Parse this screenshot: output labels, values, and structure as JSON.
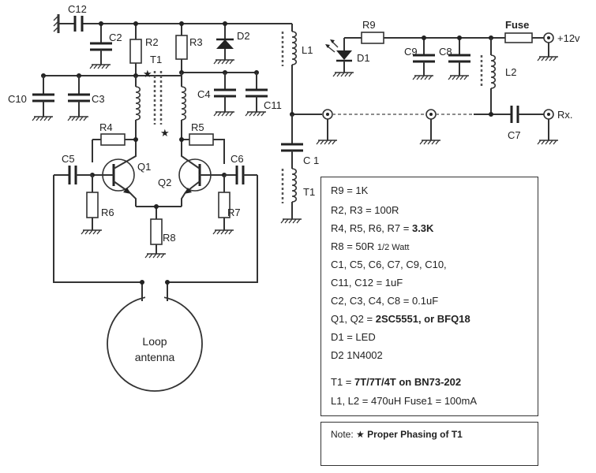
{
  "labels": {
    "c12": "C12",
    "c2": "C2",
    "r2": "R2",
    "r3": "R3",
    "d2": "D2",
    "t1": "T1",
    "l1": "L1",
    "d1": "D1",
    "r9": "R9",
    "c9": "C9",
    "c8": "C8",
    "fuse": "Fuse",
    "supply": "+12v",
    "l2": "L2",
    "c10": "C10",
    "c3": "C3",
    "c4": "C4",
    "c11": "C11",
    "rx": "Rx.",
    "c7": "C7",
    "r4": "R4",
    "r5": "R5",
    "q1": "Q1",
    "q2": "Q2",
    "c5": "C5",
    "c6": "C6",
    "r6": "R6",
    "r7": "R7",
    "r8": "R8",
    "c1": "C 1",
    "t1_lower": "T1",
    "antenna_line1": "Loop",
    "antenna_line2": "antenna"
  },
  "legend": {
    "r9": "R9 = 1K",
    "r2r3": "R2, R3 = 100R",
    "r4r7_prefix": "R4, R5, R6, R7 = ",
    "r4r7_value": "3.3K",
    "r8_prefix": "R8 = 50R ",
    "r8_note": "1/2 Watt",
    "c_group1": "C1, C5, C6, C7, C9, C10,",
    "c_group2": "C11, C12 = 1uF",
    "c_group3": "C2, C3, C4, C8 = 0.1uF",
    "q_prefix": "Q1, Q2 = ",
    "q_value": "2SC5551, or BFQ18",
    "d1": "D1 = LED",
    "d2": "D2 1N4002",
    "t1_prefix": "T1 = ",
    "t1_value": "7T/7T/4T on BN73-202",
    "l_group": "L1, L2 = 470uH  Fuse1 = 100mA"
  },
  "note": {
    "prefix": "Note:",
    "star": "★",
    "text": "Proper Phasing of T1"
  }
}
